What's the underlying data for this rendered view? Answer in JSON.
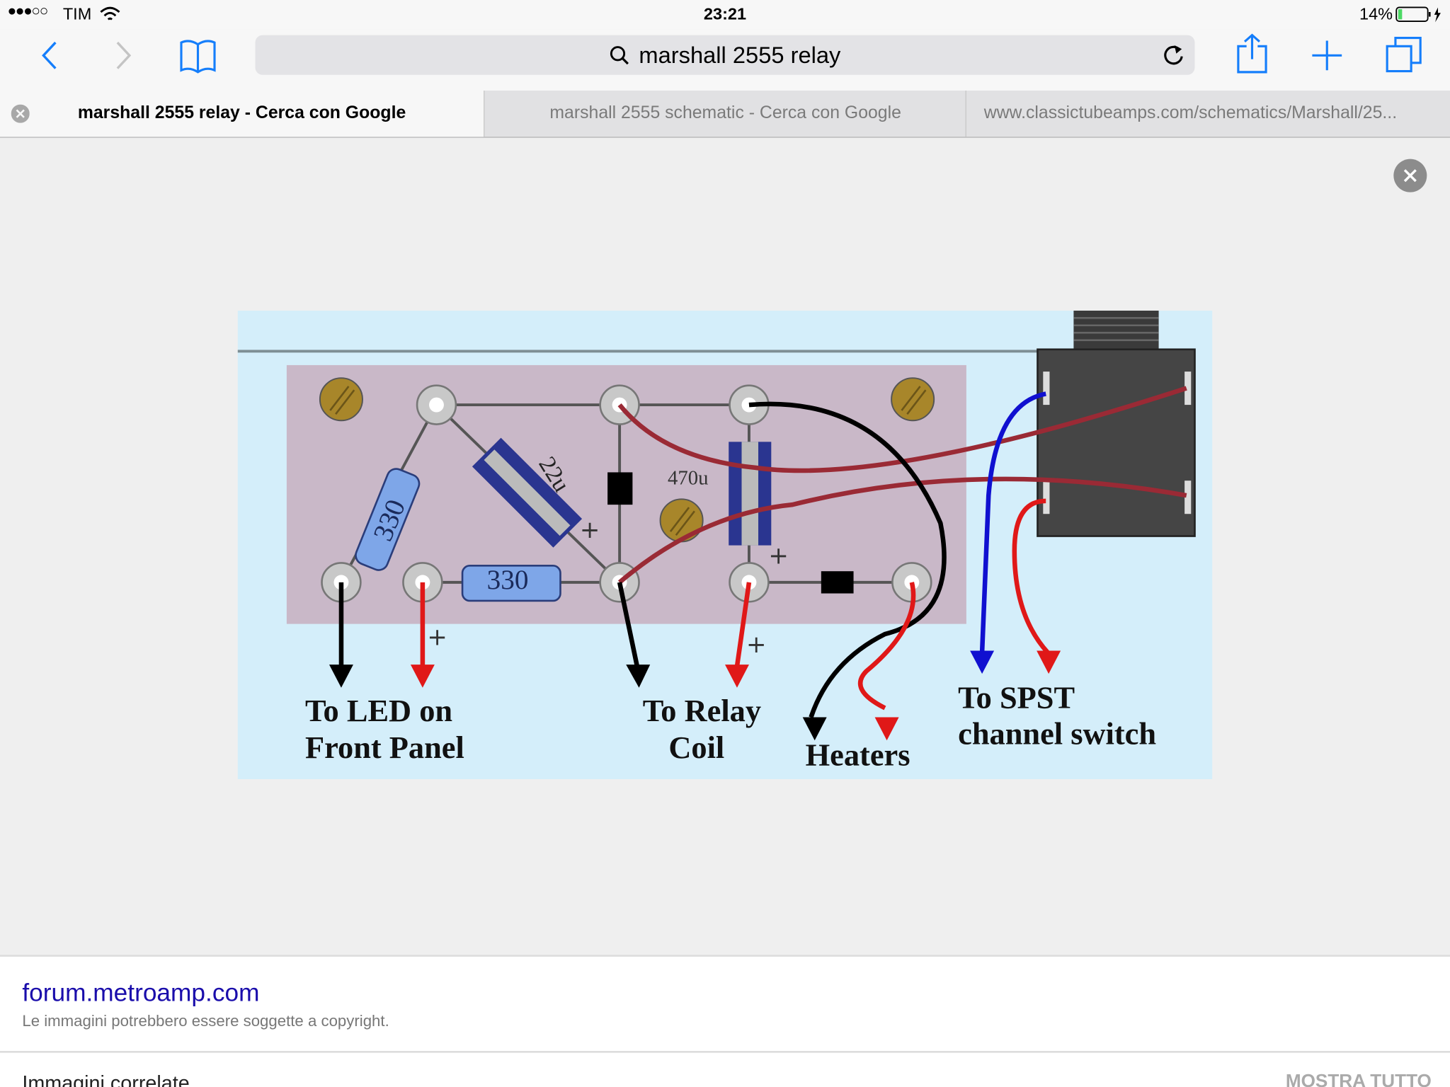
{
  "status_bar": {
    "signal": "●●●○○",
    "carrier": "TIM",
    "time": "23:21",
    "battery_percent": "14%",
    "battery_level": 0.14
  },
  "toolbar": {
    "address_query": "marshall 2555 relay"
  },
  "tabs": [
    {
      "label": "marshall 2555 relay - Cerca con Google",
      "active": true
    },
    {
      "label": "marshall 2555 schematic - Cerca con Google",
      "active": false
    },
    {
      "label": "www.classictubeamps.com/schematics/Marshall/25...",
      "active": false
    }
  ],
  "diagram": {
    "resistor_1": "330",
    "resistor_2": "330",
    "cap_1": "22u",
    "cap_2": "470u",
    "plus": "+",
    "label_led": [
      "To LED on",
      "Front Panel"
    ],
    "label_relay": [
      "To Relay",
      "Coil"
    ],
    "label_heaters": "Heaters",
    "label_spst": [
      "To SPST",
      "channel switch"
    ]
  },
  "footer": {
    "source": "forum.metroamp.com",
    "copyright": "Le immagini potrebbero essere soggette a copyright.",
    "related": "Immagini correlate",
    "show_all": "MOSTRA TUTTO"
  },
  "colors": {
    "accent": "#157efb",
    "link": "#1a0dab"
  }
}
